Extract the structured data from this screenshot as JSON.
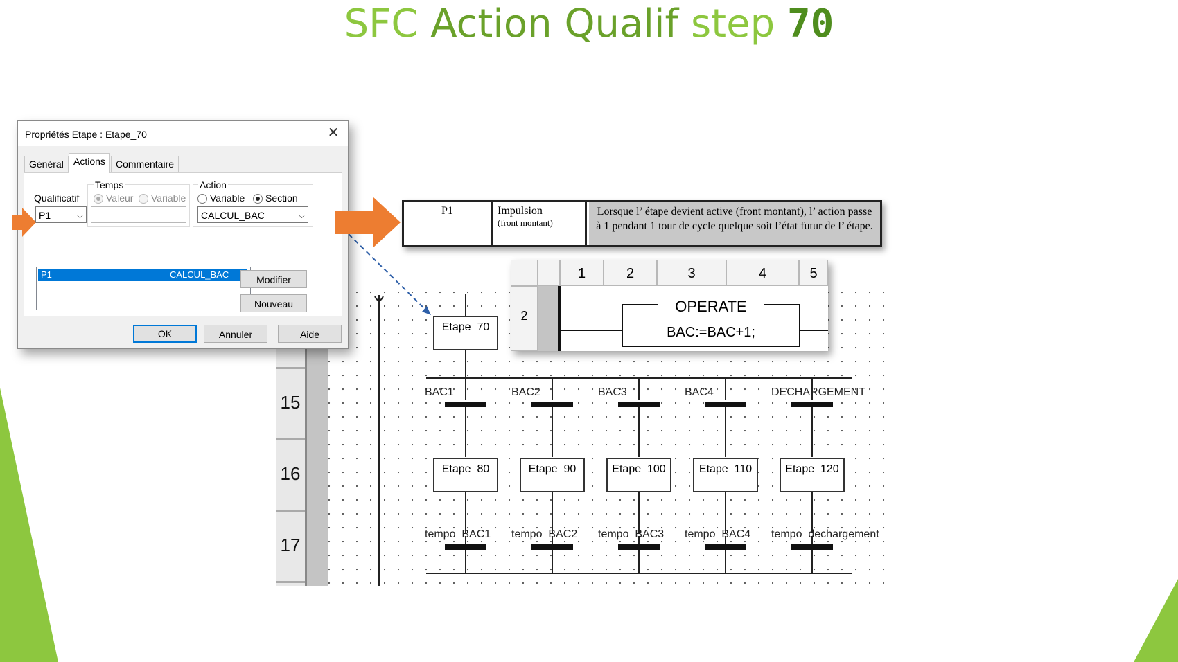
{
  "slide": {
    "title_parts": [
      "SFC",
      "Action Qualif",
      "step",
      "70"
    ],
    "accent_color": "#8dc73f",
    "arrow_color": "#ed7d31"
  },
  "dialog": {
    "title": "Propriétés Etape : Etape_70",
    "close_icon": "close-icon",
    "tabs": [
      {
        "label": "Général",
        "active": false
      },
      {
        "label": "Actions",
        "active": true
      },
      {
        "label": "Commentaire",
        "active": false
      }
    ],
    "qualificatif": {
      "label": "Qualificatif",
      "value": "P1"
    },
    "temps": {
      "label": "Temps",
      "options": [
        {
          "label": "Valeur",
          "selected": true,
          "disabled": true
        },
        {
          "label": "Variable",
          "selected": false,
          "disabled": true
        }
      ],
      "value": ""
    },
    "action": {
      "label": "Action",
      "options": [
        {
          "label": "Variable",
          "selected": false
        },
        {
          "label": "Section",
          "selected": true
        }
      ],
      "value": "CALCUL_BAC"
    },
    "list": [
      {
        "qualifier": "P1",
        "action": "CALCUL_BAC",
        "selected": true
      }
    ],
    "buttons": {
      "modify": "Modifier",
      "new": "Nouveau",
      "ok": "OK",
      "cancel": "Annuler",
      "help": "Aide"
    }
  },
  "qualifier_table": {
    "code": "P1",
    "name": "Impulsion",
    "name_note": "(front montant)",
    "description": "Lorsque l’ étape devient active (front montant), l’ action passe à 1 pendant 1 tour de cycle quelque soit l’état futur de l’ étape."
  },
  "ladder": {
    "columns": [
      "",
      "",
      "1",
      "2",
      "3",
      "4",
      "5"
    ],
    "row": "2",
    "block_title": "OPERATE",
    "block_body": "BAC:=BAC+1;"
  },
  "sfc": {
    "row_numbers": [
      "15",
      "16",
      "17"
    ],
    "top_step": "Etape_70",
    "branches": [
      {
        "transition": "BAC1",
        "step": "Etape_80",
        "exit": "tempo_BAC1"
      },
      {
        "transition": "BAC2",
        "step": "Etape_90",
        "exit": "tempo_BAC2"
      },
      {
        "transition": "BAC3",
        "step": "Etape_100",
        "exit": "tempo_BAC3"
      },
      {
        "transition": "BAC4",
        "step": "Etape_110",
        "exit": "tempo_BAC4"
      },
      {
        "transition": "DECHARGEMENT",
        "step": "Etape_120",
        "exit": "tempo_dechargement"
      }
    ]
  }
}
